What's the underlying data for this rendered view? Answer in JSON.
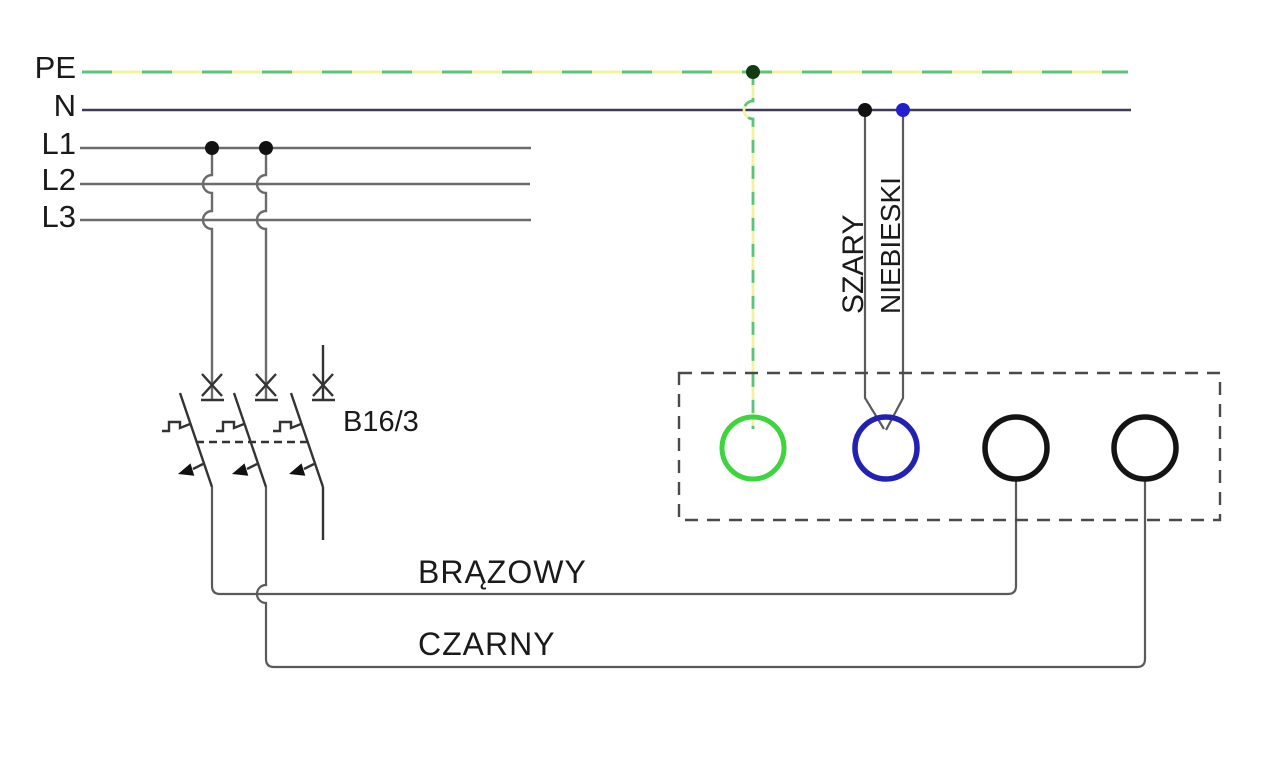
{
  "bus": {
    "pe_label": "PE",
    "n_label": "N",
    "l1_label": "L1",
    "l2_label": "L2",
    "l3_label": "L3"
  },
  "breaker": {
    "rating_label": "B16/3",
    "poles": 3
  },
  "wire_labels": {
    "szary": "SZARY",
    "niebieski": "NIEBIESKI",
    "brazowy": "BRĄZOWY",
    "czarny": "CZARNY"
  },
  "colors": {
    "background": "#ffffff",
    "text": "#1a1a1a",
    "pe_yellow": "#f2f2a0",
    "pe_green": "#5bc47a",
    "neutral_line": "#3c3c55",
    "phase_line": "#6b6b6b",
    "symbol_line": "#333333",
    "wire_gray": "#5a5a5a",
    "socket_outline": "#4a4a4a",
    "terminal_green": "#3ed43e",
    "terminal_blue": "#2222b2",
    "terminal_black": "#141414",
    "junction_black": "#111111",
    "junction_blue": "#2020cc",
    "junction_pe": "#143a14"
  }
}
